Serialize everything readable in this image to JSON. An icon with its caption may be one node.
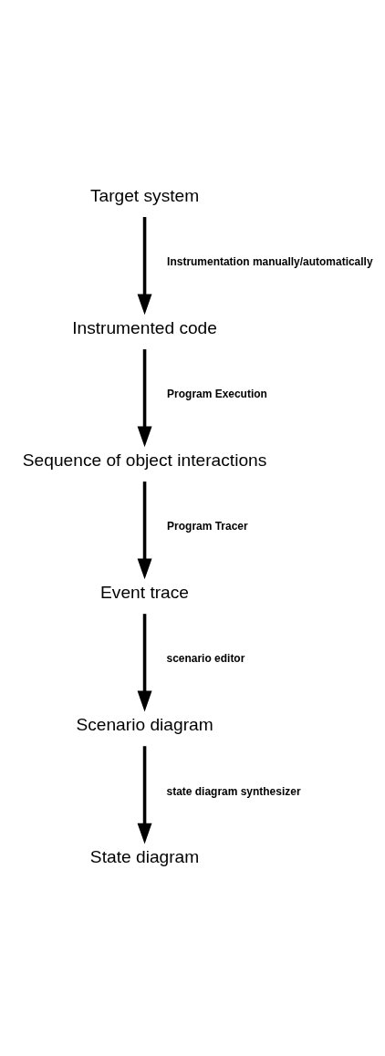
{
  "diagram": {
    "nodes": [
      {
        "text": [
          "Target system"
        ]
      },
      {
        "text": [
          "Instrumented code"
        ]
      },
      {
        "text": [
          "Sequence of object interactions"
        ]
      },
      {
        "text": [
          "Event trace"
        ]
      },
      {
        "text": [
          "Scenario diagram"
        ]
      },
      {
        "text": [
          "State diagram"
        ]
      }
    ],
    "edges": [
      {
        "from": 0,
        "to": 1,
        "arrow": "to",
        "label": "Instrumentation manually/automatically"
      },
      {
        "from": 1,
        "to": 2,
        "arrow": "to",
        "label": "Program Execution"
      },
      {
        "from": 2,
        "to": 3,
        "arrow": "to",
        "label": "Program Tracer"
      },
      {
        "from": 3,
        "to": 4,
        "arrow": "to",
        "label": "scenario editor"
      },
      {
        "from": 4,
        "to": 5,
        "arrow": "to",
        "label": "state diagram synthesizer"
      }
    ]
  }
}
